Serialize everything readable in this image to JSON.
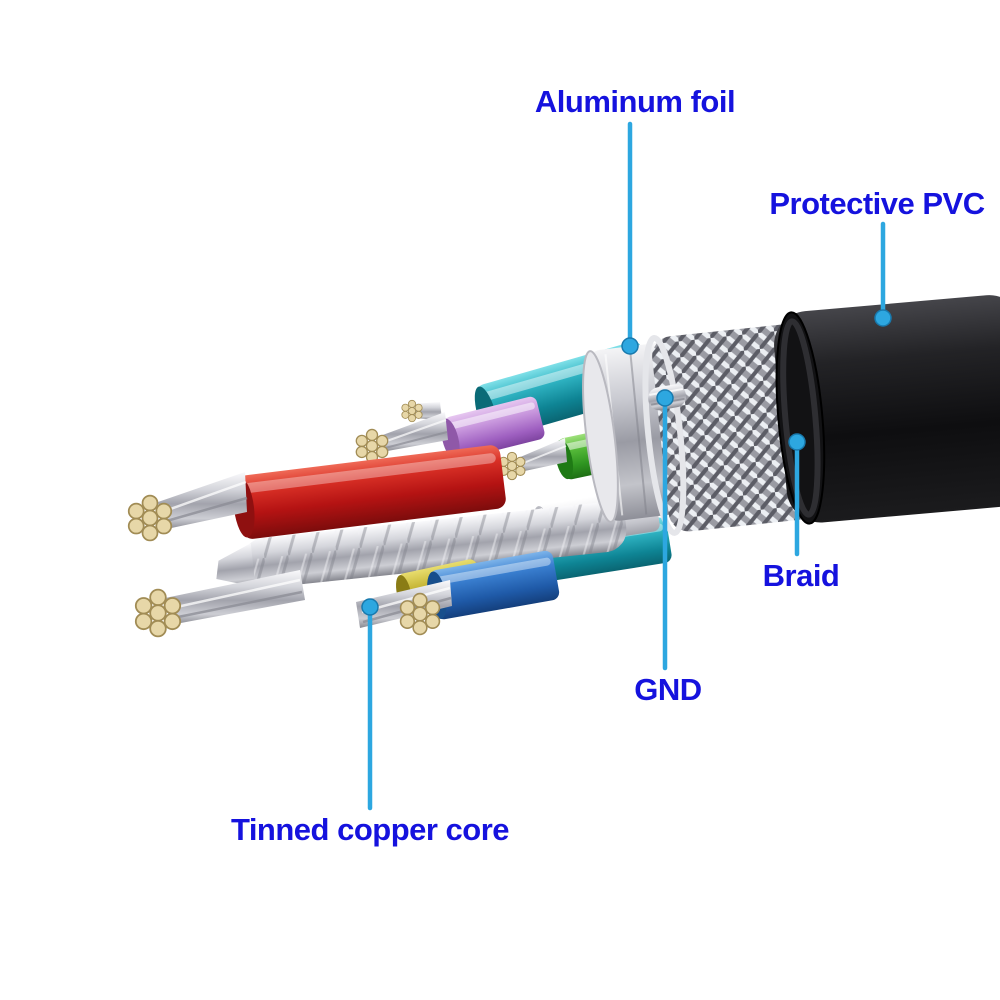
{
  "title": "Cable internal construction diagram",
  "colors": {
    "label_text": "#1512de",
    "leader_line": "#2da7e0",
    "background": "#ffffff"
  },
  "labels": [
    {
      "id": "aluminum-foil",
      "text": "Aluminum foil"
    },
    {
      "id": "protective-pvc",
      "text": "Protective PVC"
    },
    {
      "id": "braid",
      "text": "Braid"
    },
    {
      "id": "gnd",
      "text": "GND"
    },
    {
      "id": "tinned-copper-core",
      "text": "Tinned copper core"
    }
  ],
  "parts": [
    {
      "name": "protective-pvc-jacket",
      "color": "#141416"
    },
    {
      "name": "braid-shield",
      "color": "#9a9ba3"
    },
    {
      "name": "aluminum-foil-wrap",
      "color": "#c9cad1"
    },
    {
      "name": "gnd-drain-wire",
      "color": "#c0c1c8"
    },
    {
      "name": "wire-red",
      "color": "#c21f1f"
    },
    {
      "name": "wire-teal",
      "color": "#1fa6b4"
    },
    {
      "name": "wire-violet",
      "color": "#b57fd0"
    },
    {
      "name": "wire-green",
      "color": "#3fae3f"
    },
    {
      "name": "wire-white",
      "color": "#e8e8ec"
    },
    {
      "name": "wire-blue",
      "color": "#2e78c8"
    },
    {
      "name": "wire-yellow",
      "color": "#c9b93a"
    },
    {
      "name": "tinned-copper-core",
      "color": "#cdced4"
    },
    {
      "name": "copper-strand-tip",
      "color": "#e7d7a8"
    }
  ]
}
